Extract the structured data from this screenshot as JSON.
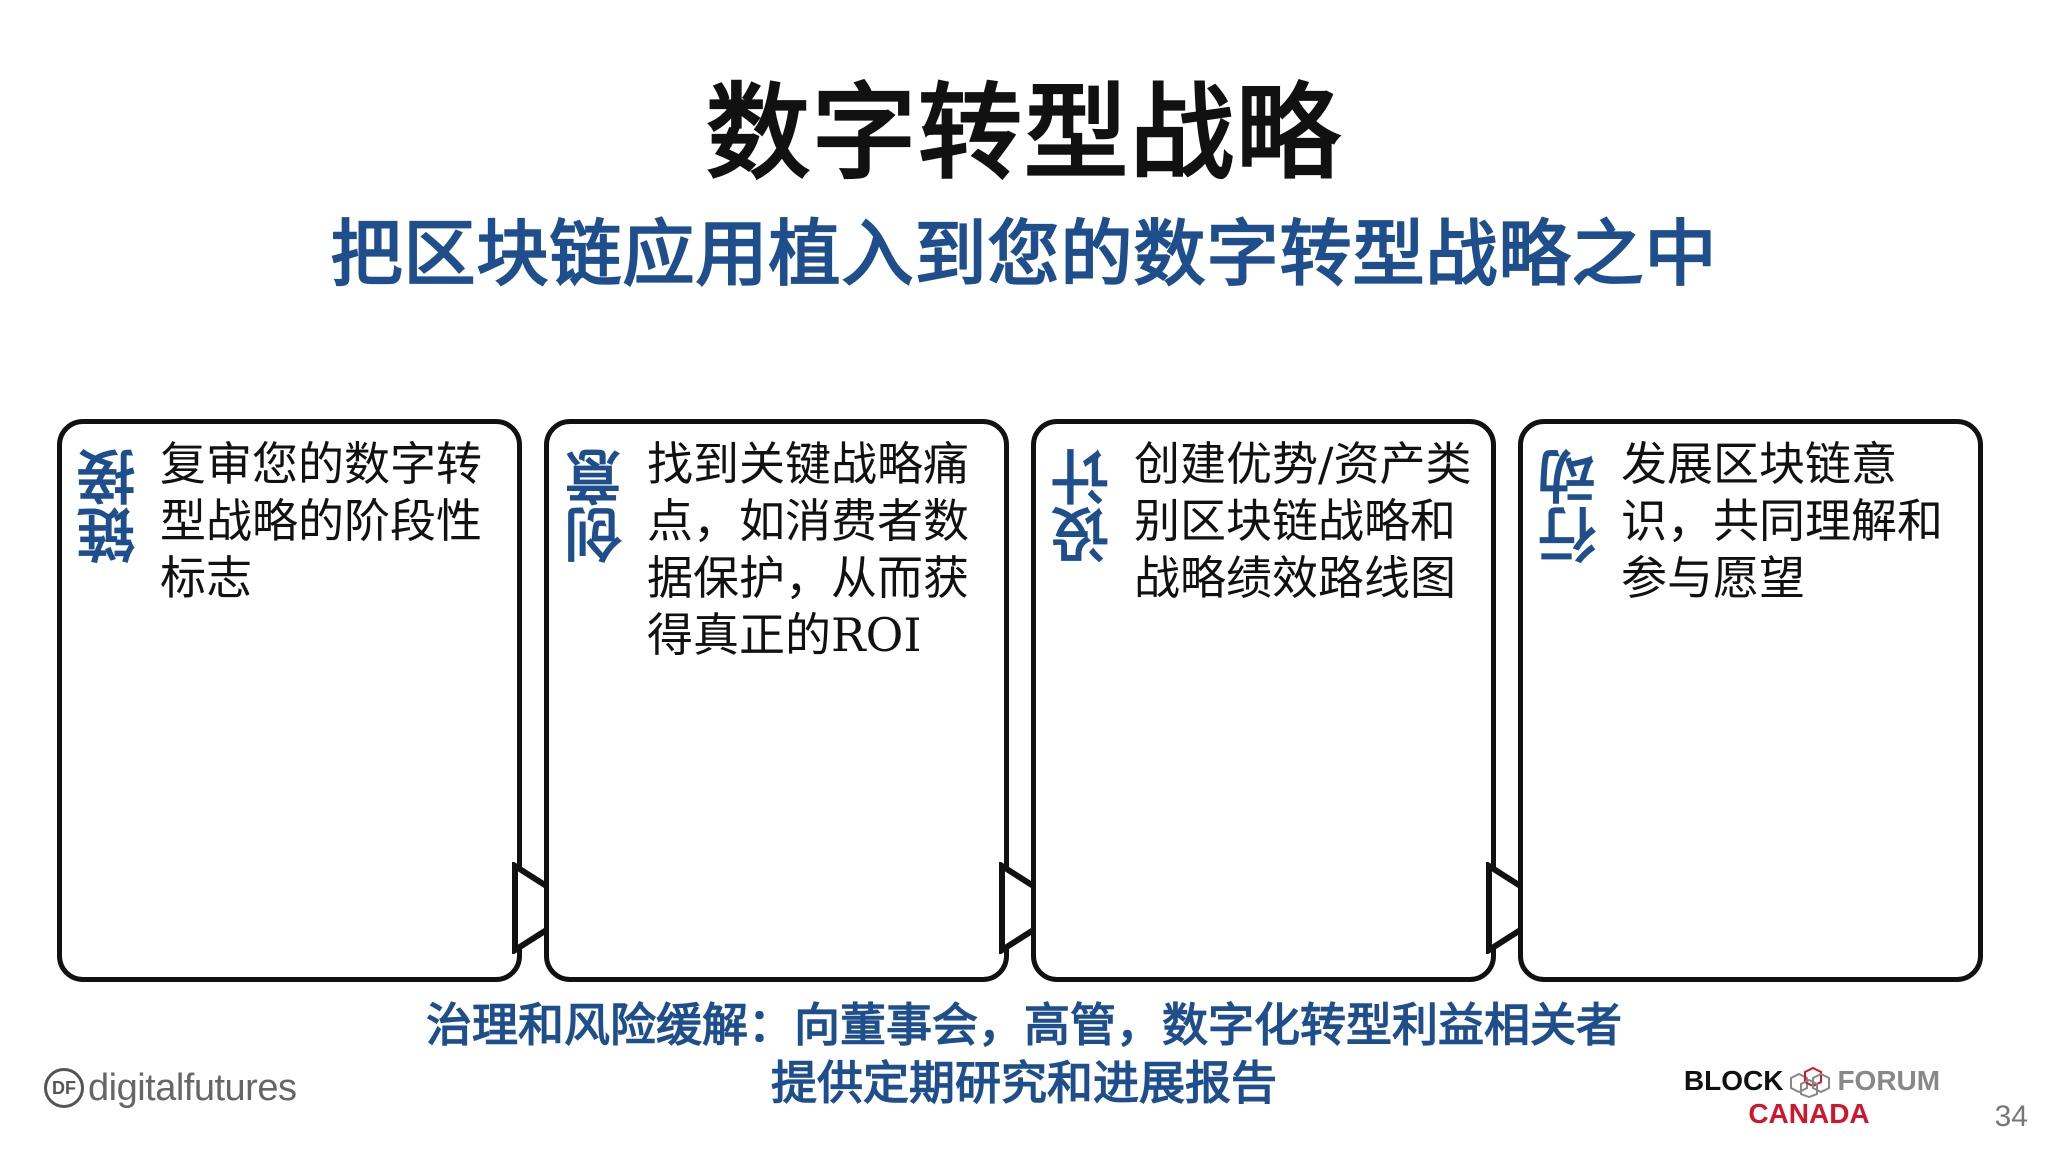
{
  "title": "数字转型战略",
  "subtitle": "把区块链应用植入到您的数字转型战略之中",
  "steps": [
    {
      "label": "链接",
      "text": "复审您的数字转型战略的阶段性标志"
    },
    {
      "label": "创意",
      "text": "找到关键战略痛点，如消费者数据保护，从而获得真正的ROI"
    },
    {
      "label": "设计",
      "text": "创建优势/资产类别区块链战略和战略绩效路线图"
    },
    {
      "label": "行动",
      "text": "发展区块链意识，共同理解和参与愿望"
    }
  ],
  "footer": {
    "line1": "治理和风险缓解：向董事会，高管，数字化转型利益相关者",
    "line2": "提供定期研究和进展报告"
  },
  "logos": {
    "df_mark": "DF",
    "df_name": "digitalfutures",
    "bf_block": "BLOCK",
    "bf_forum": "FORUM",
    "bf_canada": "CANADA"
  },
  "page_number": "34",
  "colors": {
    "accent": "#1f4e8c",
    "text": "#111111",
    "canada_red": "#d0162a"
  }
}
